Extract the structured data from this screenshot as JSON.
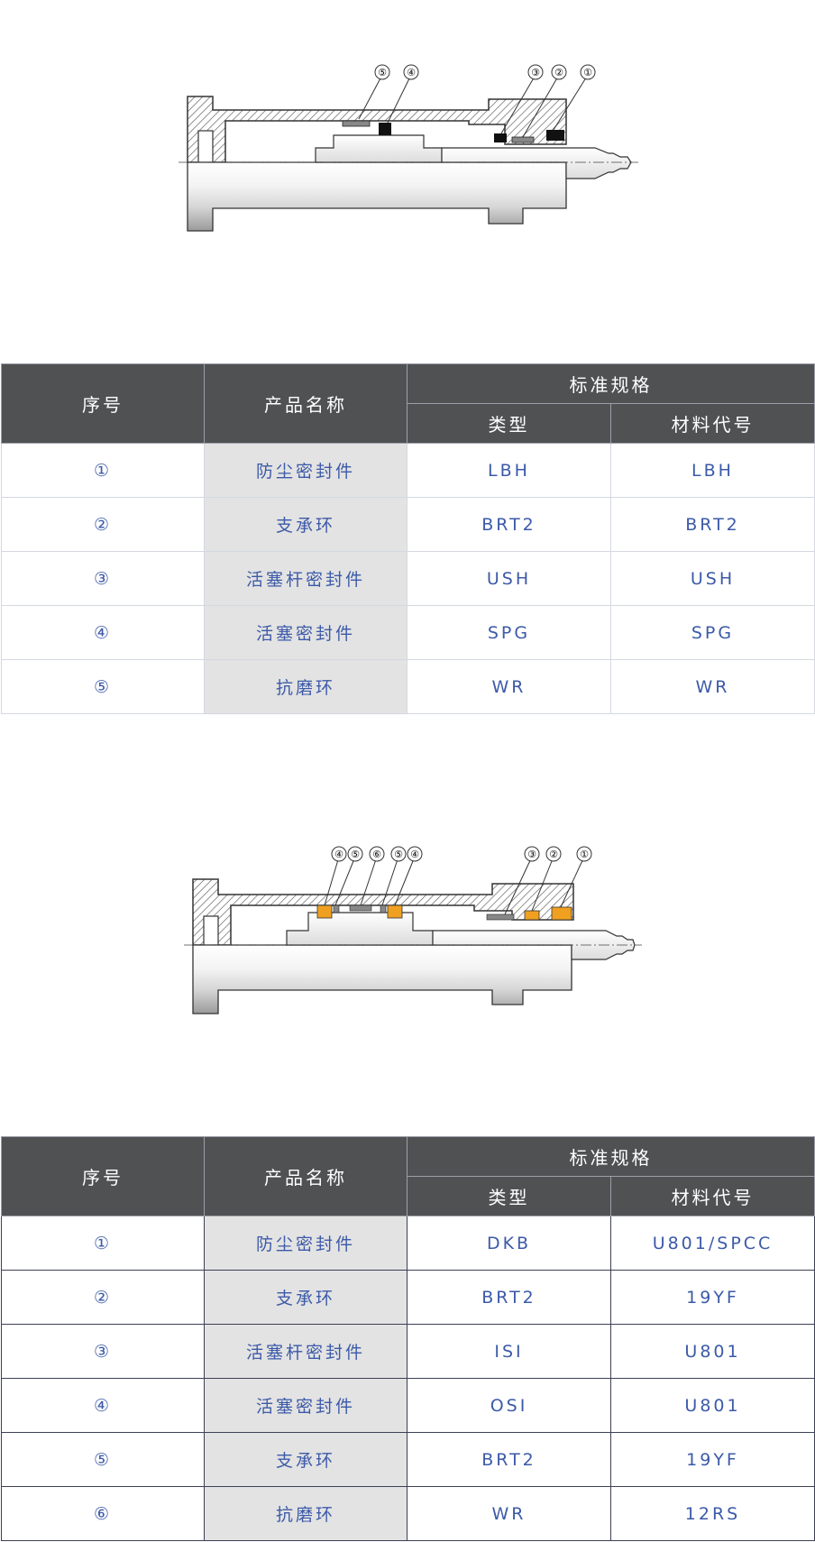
{
  "colors": {
    "header_bg": "#505153",
    "header_text": "#ffffff",
    "cell_text": "#3c5aa8",
    "name_column_bg": "#e3e3e3",
    "seal_highlight": "#f0a020"
  },
  "diagram_1": {
    "callouts": [
      "⑤",
      "④",
      "③",
      "②",
      "①"
    ]
  },
  "table_1": {
    "header": {
      "col_index": "序号",
      "col_name": "产品名称",
      "group": "标准规格",
      "col_type": "类型",
      "col_material": "材料代号"
    },
    "rows": [
      {
        "index": "①",
        "name": "防尘密封件",
        "type": "LBH",
        "material": "LBH"
      },
      {
        "index": "②",
        "name": "支承环",
        "type": "BRT2",
        "material": "BRT2"
      },
      {
        "index": "③",
        "name": "活塞杆密封件",
        "type": "USH",
        "material": "USH"
      },
      {
        "index": "④",
        "name": "活塞密封件",
        "type": "SPG",
        "material": "SPG"
      },
      {
        "index": "⑤",
        "name": "抗磨环",
        "type": "WR",
        "material": "WR"
      }
    ]
  },
  "diagram_2": {
    "callouts": [
      "④",
      "⑤",
      "⑥",
      "⑤",
      "④",
      "③",
      "②",
      "①"
    ]
  },
  "table_2": {
    "header": {
      "col_index": "序号",
      "col_name": "产品名称",
      "group": "标准规格",
      "col_type": "类型",
      "col_material": "材料代号"
    },
    "rows": [
      {
        "index": "①",
        "name": "防尘密封件",
        "type": "DKB",
        "material": "U801/SPCC"
      },
      {
        "index": "②",
        "name": "支承环",
        "type": "BRT2",
        "material": "19YF"
      },
      {
        "index": "③",
        "name": "活塞杆密封件",
        "type": "ISI",
        "material": "U801"
      },
      {
        "index": "④",
        "name": "活塞密封件",
        "type": "OSI",
        "material": "U801"
      },
      {
        "index": "⑤",
        "name": "支承环",
        "type": "BRT2",
        "material": "19YF"
      },
      {
        "index": "⑥",
        "name": "抗磨环",
        "type": "WR",
        "material": "12RS"
      }
    ]
  }
}
